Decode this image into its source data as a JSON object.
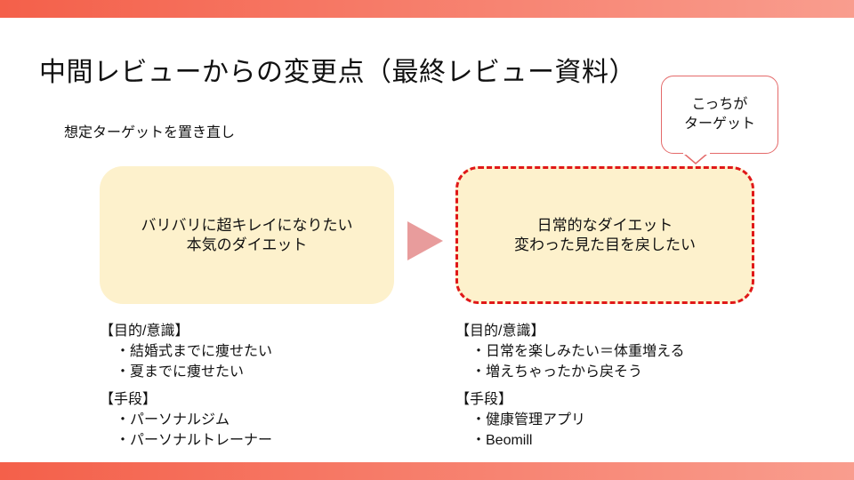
{
  "title": "中間レビューからの変更点（最終レビュー資料）",
  "subtitle": "想定ターゲットを置き直し",
  "left_box": {
    "line1": "バリバリに超キレイになりたい",
    "line2": "本気のダイエット"
  },
  "right_box": {
    "line1": "日常的なダイエット",
    "line2": "変わった見た目を戻したい"
  },
  "callout": {
    "line1": "こっちが",
    "line2": "ターゲット"
  },
  "left_list": {
    "purpose_header": "【目的/意識】",
    "purpose_items": [
      "・結婚式までに痩せたい",
      "・夏までに痩せたい"
    ],
    "means_header": "【手段】",
    "means_items": [
      "・パーソナルジム",
      "・パーソナルトレーナー"
    ]
  },
  "right_list": {
    "purpose_header": "【目的/意識】",
    "purpose_items": [
      "・日常を楽しみたい＝体重増える",
      "・増えちゃったから戻そう"
    ],
    "means_header": "【手段】",
    "means_items": [
      "・健康管理アプリ",
      "・Beomill"
    ]
  },
  "colors": {
    "accent": "#f4604a",
    "box_fill": "#fdf1cc",
    "dash": "#e01818",
    "arrow": "#e89c9c"
  }
}
